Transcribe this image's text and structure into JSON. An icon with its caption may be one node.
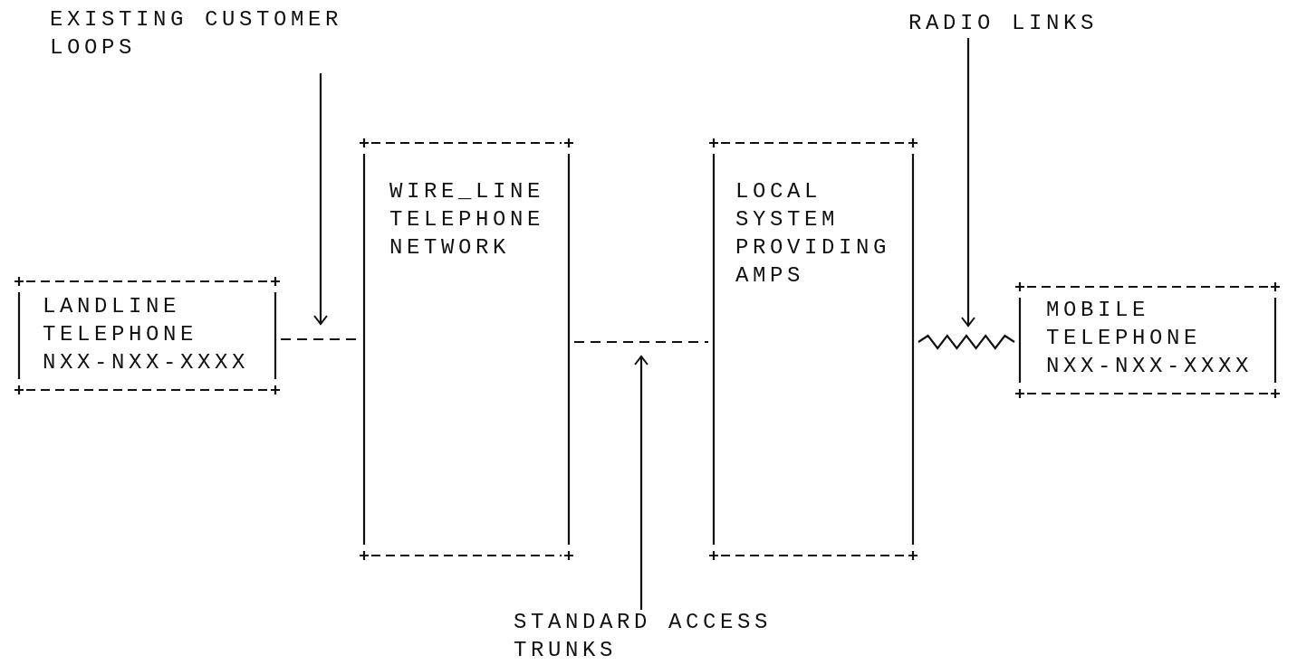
{
  "diagram": {
    "nodes": [
      {
        "text": [
          "EXISTING CUSTOMER LOOPS"
        ]
      },
      {
        "text": [
          "RADIO LINKS"
        ]
      },
      {
        "text": [
          "WIRE_LINE TELEPHONE NETWORK"
        ]
      },
      {
        "text": [
          "LOCAL SYSTEM PROVIDING AMPS"
        ]
      },
      {
        "text": [
          "LANDLINE TELEPHONE NXX-NXX-XXXX"
        ]
      },
      {
        "text": [
          "MOBILE TELEPHONE NXX-NXX-XXXX"
        ]
      },
      {
        "text": [
          "STANDARD ACCESS TRUNKS"
        ]
      }
    ],
    "edges": [
      {
        "from": 4,
        "to": 2,
        "arrow": "none",
        "style": "dashed"
      },
      {
        "from": 2,
        "to": 3,
        "arrow": "none",
        "style": "dashed"
      },
      {
        "from": 3,
        "to": 5,
        "arrow": "none"
      },
      {
        "from": 0,
        "to": null,
        "arrow": "to"
      },
      {
        "from": 1,
        "to": null,
        "arrow": "to"
      },
      {
        "from": 6,
        "to": null,
        "arrow": "to"
      }
    ]
  }
}
